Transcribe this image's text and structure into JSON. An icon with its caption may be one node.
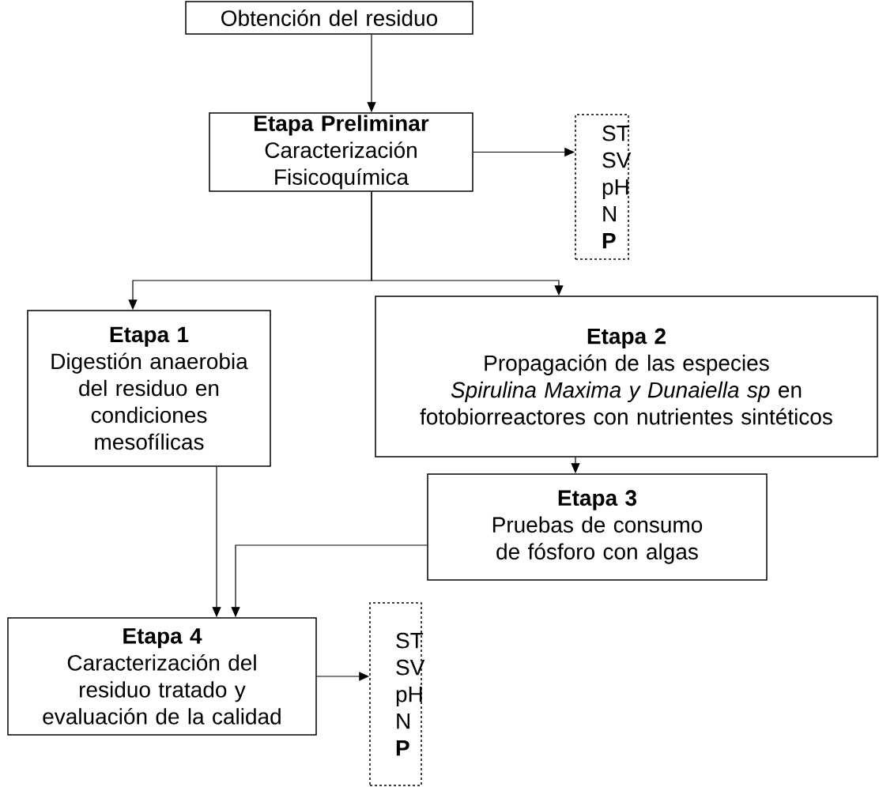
{
  "diagram": {
    "nodes": [
      {
        "text": [
          "Obtención del residuo"
        ]
      },
      {
        "text": [
          "Etapa Preliminar",
          "Caracterización Fisicoquímica"
        ]
      },
      {
        "text": [
          "ST SV pH N **P**"
        ]
      },
      {
        "text": [
          "Etapa 1",
          "Digestión anaerobia del residuo en condiciones mesofílicas"
        ]
      },
      {
        "text": [
          "Etapa 2",
          "Propagación de las especies *Spirulina Maxima y Dunaiella sp* en fotobiorreactores con nutrientes sintéticos"
        ]
      },
      {
        "text": [
          "Etapa 3",
          "Pruebas de consumo de fósforo con algas"
        ]
      },
      {
        "text": [
          "Etapa 4",
          "Caracterización del residuo tratado y evaluación de la calidad"
        ]
      },
      {
        "text": [
          "ST SV pH N **P**"
        ]
      }
    ],
    "edges": [
      {
        "from": 0,
        "to": 1,
        "arrow": "to"
      },
      {
        "from": 1,
        "to": 2,
        "arrow": "to"
      },
      {
        "from": 1,
        "to": 3,
        "arrow": "to"
      },
      {
        "from": 1,
        "to": 4,
        "arrow": "to"
      },
      {
        "from": 4,
        "to": 5,
        "arrow": "to"
      },
      {
        "from": 3,
        "to": 6,
        "arrow": "to"
      },
      {
        "from": 5,
        "to": 6,
        "arrow": "to"
      },
      {
        "from": 6,
        "to": 7,
        "arrow": "to"
      }
    ]
  }
}
